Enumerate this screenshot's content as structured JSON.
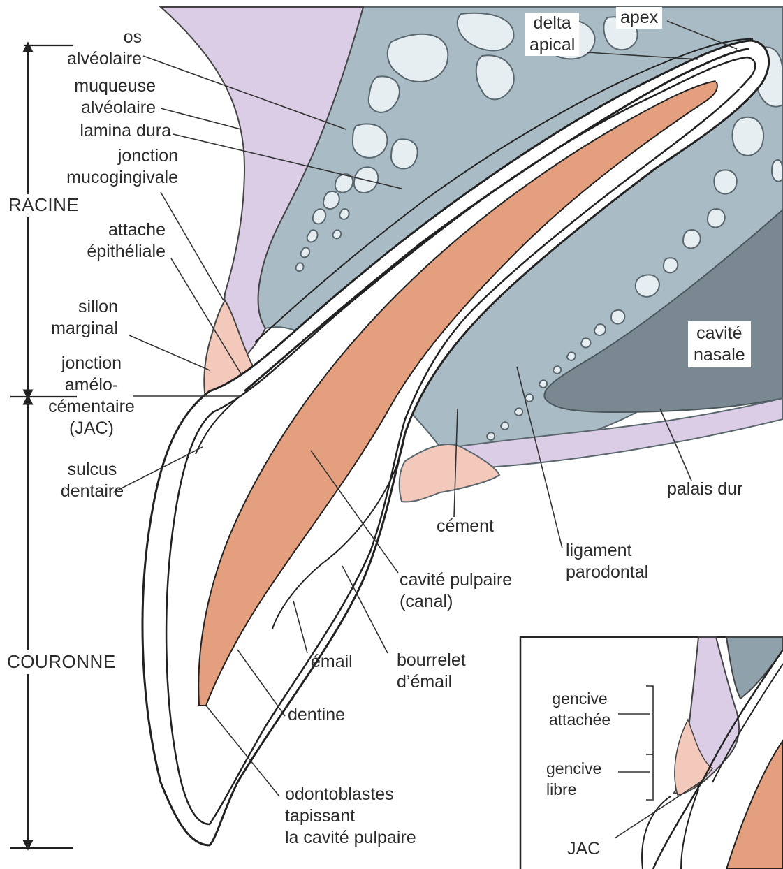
{
  "colors": {
    "bone": "#a9bcc6",
    "bone_dark": "#8fa1ab",
    "mucosa": "#dccde6",
    "pulp": "#e4a07e",
    "gingiva_attach": "#f3c9bc",
    "nasal_cavity": "#7a8991",
    "line": "#333333"
  },
  "labels": {
    "os_alveolaire": [
      "os",
      "alvéolaire"
    ],
    "muqueuse_alveolaire": [
      "muqueuse",
      "alvéolaire"
    ],
    "lamina_dura": "lamina dura",
    "jonction_mucogingivale": [
      "jonction",
      "mucogingivale"
    ],
    "attache_epitheliale": [
      "attache",
      "épithéliale"
    ],
    "sillon_marginal": [
      "sillon",
      "marginal"
    ],
    "jonction_amelo_cementaire": [
      "jonction",
      "amélo-",
      "cémentaire",
      "(JAC)"
    ],
    "sulcus_dentaire": [
      "sulcus",
      "dentaire"
    ],
    "delta_apical": [
      "delta",
      "apical"
    ],
    "apex": "apex",
    "cavite_nasale": [
      "cavité",
      "nasale"
    ],
    "palais_dur": "palais dur",
    "cement": "cément",
    "ligament_parodontal": [
      "ligament",
      "parodontal"
    ],
    "cavite_pulpaire": [
      "cavité pulpaire",
      "(canal)"
    ],
    "email": "émail",
    "bourrelet_email": [
      "bourrelet",
      "d’émail"
    ],
    "dentine": "dentine",
    "odontoblastes": [
      "odontoblastes",
      "tapissant",
      "la cavité pulpaire"
    ],
    "racine": "RACINE",
    "couronne": "COURONNE"
  },
  "inset": {
    "gencive_attachee": [
      "gencive",
      "attachée"
    ],
    "gencive_libre": [
      "gencive",
      "libre"
    ],
    "jac": "JAC"
  }
}
